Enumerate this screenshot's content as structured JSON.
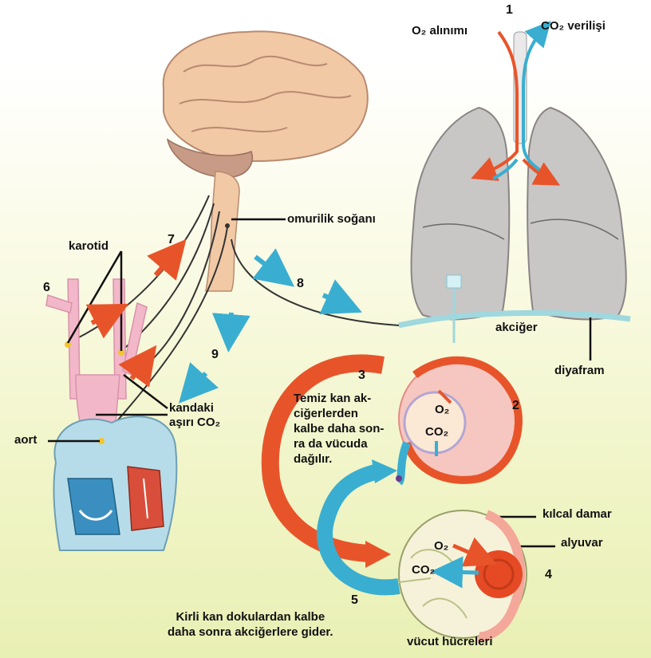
{
  "labels": {
    "o2_intake": "O₂ alınımı",
    "co2_release": "CO₂ verilişi",
    "medulla": "omurilik soğanı",
    "lung": "akciğer",
    "diaphragm": "diyafram",
    "carotid": "karotid",
    "aorta": "aort",
    "excess_co2": "kandaki\naşırı CO₂",
    "capillary": "kılcal damar",
    "red_cell": "alyuvar",
    "body_cells": "vücut hücreleri",
    "alveolus_o2": "O₂",
    "alveolus_co2": "CO₂",
    "cell_o2": "O₂",
    "cell_co2": "CO₂"
  },
  "numbers": [
    "1",
    "2",
    "3",
    "4",
    "5",
    "6",
    "7",
    "8",
    "9"
  ],
  "captions": {
    "clean_blood": "Temiz kan ak-\nciğerlerden\nkalbe daha son-\nra da vücuda\ndağılır.",
    "dirty_blood": "Kirli kan dokulardan kalbe\ndaha sonra akciğerlere gider."
  },
  "colors": {
    "oxygen_arrow": "#e8542a",
    "co2_arrow": "#3aaed0",
    "lung": "#c9c6c6",
    "artery": "#f2b8c9",
    "brain": "#f1c9a5"
  }
}
